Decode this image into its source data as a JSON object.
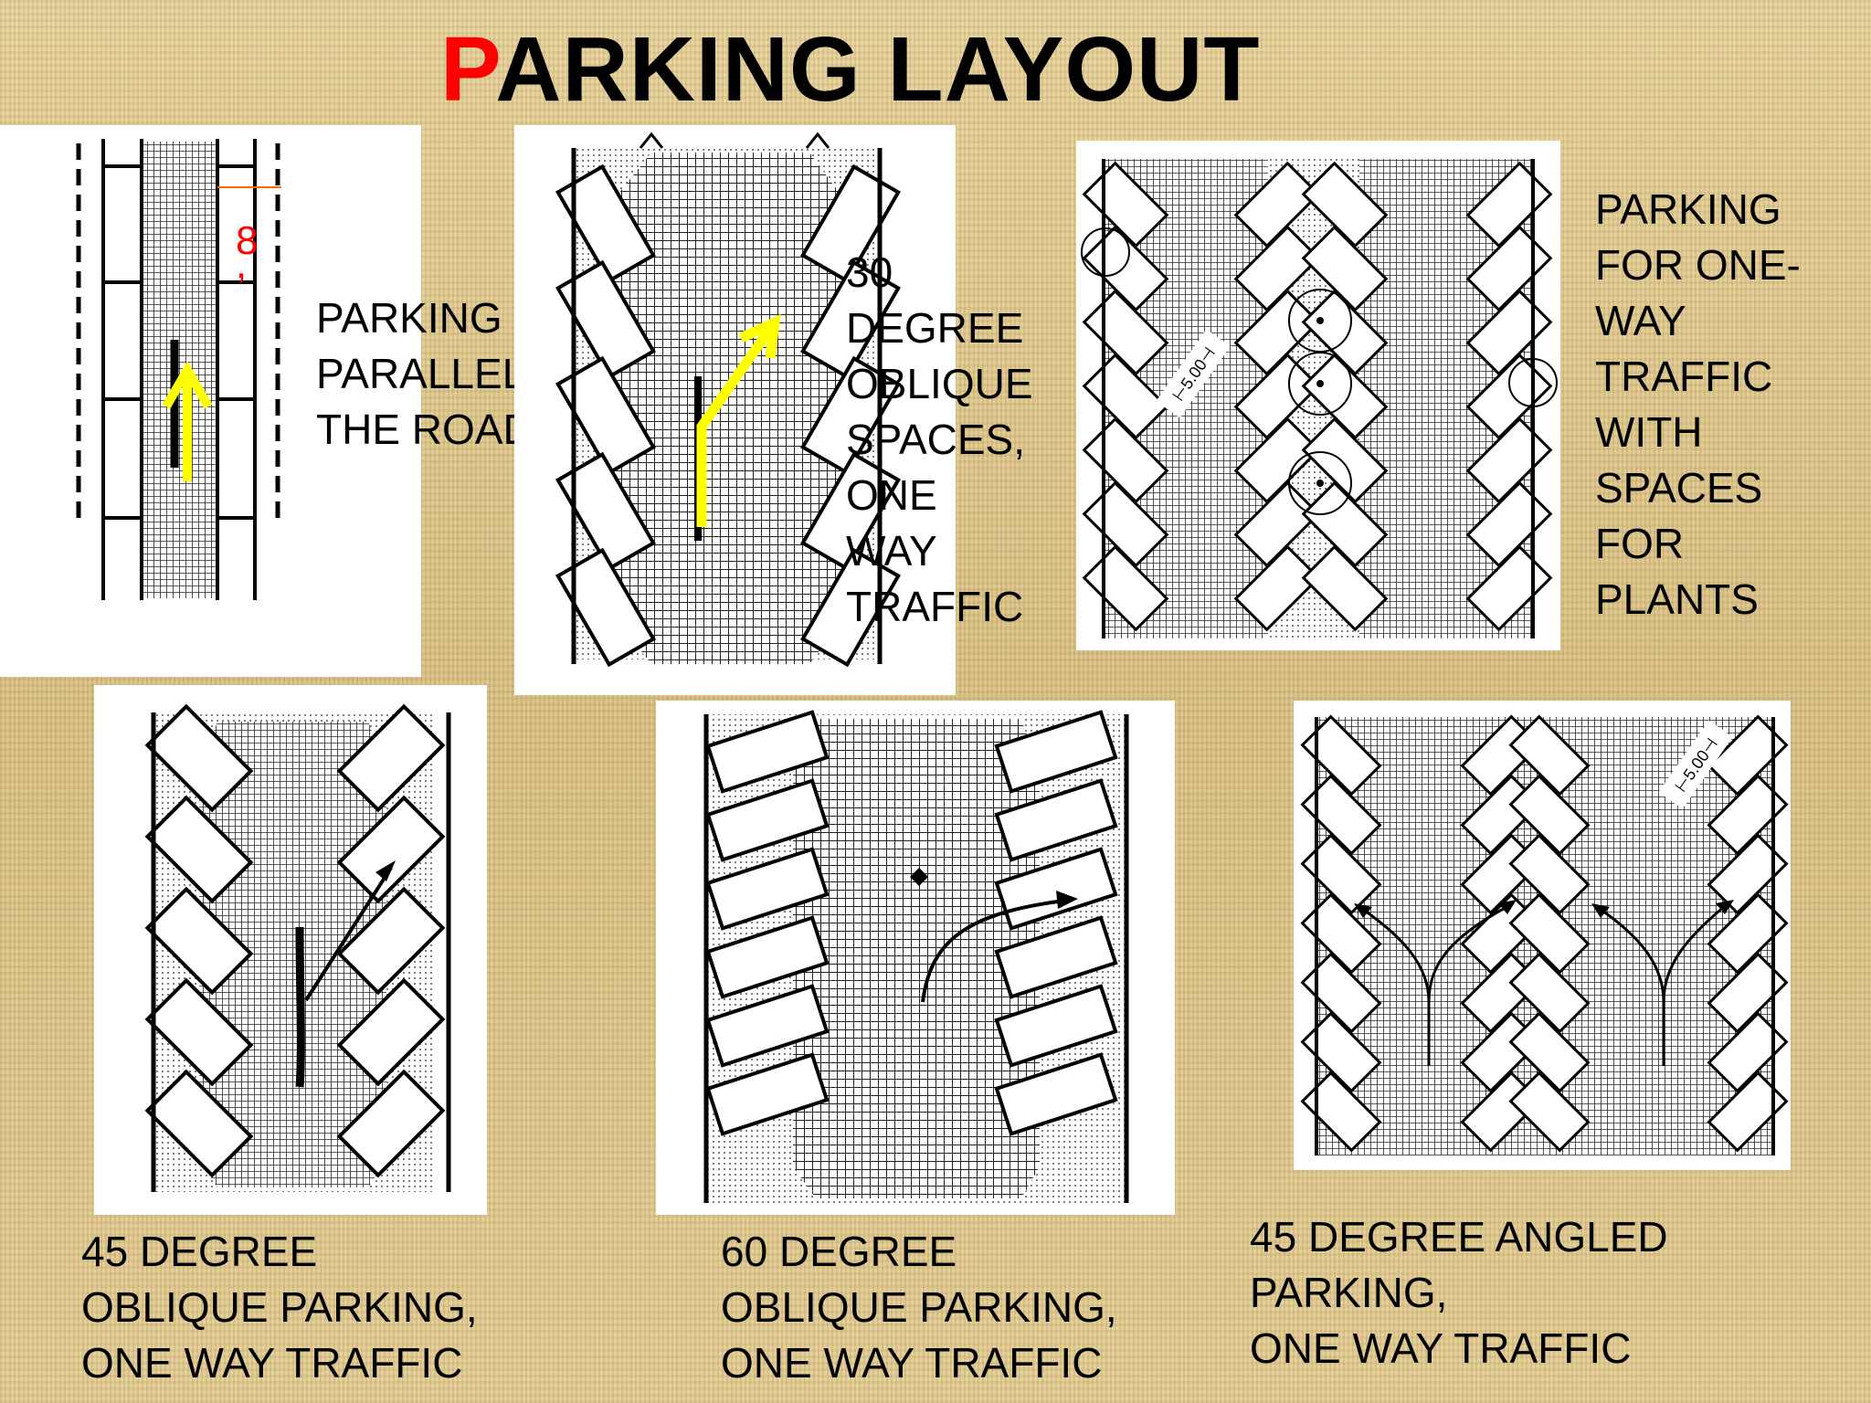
{
  "title": {
    "first_letter": "P",
    "rest": "ARKING LAYOUT"
  },
  "colors": {
    "background": "#dcc58a",
    "title_accent": "#ff0000",
    "arrow_highlight": "#ffff00"
  },
  "dimension_label": {
    "value": "8",
    "unit_mark": ","
  },
  "panel_labels": {
    "dim_5": "⊢5.00⊣"
  },
  "captions": {
    "parallel": [
      "PARKING",
      "PARALLEL TO",
      "THE ROAD"
    ],
    "thirty": [
      "30",
      "DEGREE",
      "OBLIQUE",
      "SPACES,",
      "ONE",
      "WAY",
      "TRAFFIC"
    ],
    "plants": [
      "PARKING",
      "FOR ONE-",
      "WAY",
      "TRAFFIC",
      "WITH",
      "SPACES",
      "FOR",
      "PLANTS"
    ],
    "forty_five": [
      "45 DEGREE",
      "OBLIQUE PARKING,",
      "ONE WAY TRAFFIC"
    ],
    "sixty": [
      "60 DEGREE",
      "OBLIQUE PARKING,",
      "ONE WAY TRAFFIC"
    ],
    "angled": [
      "45 DEGREE ANGLED",
      "PARKING,",
      "ONE WAY TRAFFIC"
    ]
  }
}
